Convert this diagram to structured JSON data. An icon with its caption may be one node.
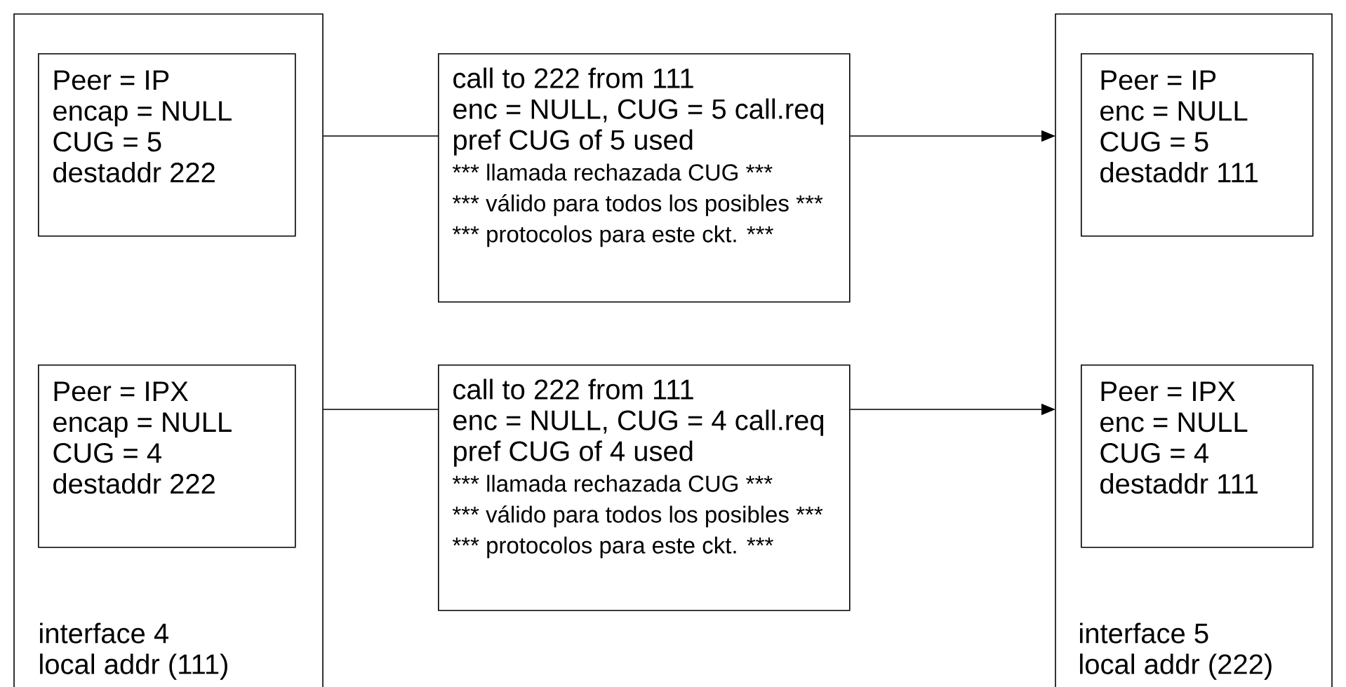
{
  "diagram": {
    "nodes": [
      {
        "text": [
          "interface 4",
          "local addr (111)"
        ]
      },
      {
        "text": [
          "Peer = IP",
          "encap = NULL",
          "CUG = 5",
          "destaddr 222"
        ],
        "in": 0
      },
      {
        "text": [
          "Peer = IPX",
          "encap = NULL",
          "CUG = 4",
          "destaddr 222"
        ],
        "in": 0
      },
      {
        "text": [
          "call to 222 from 111",
          "enc = NULL, CUG = 5 call.req",
          "pref CUG of 5 used",
          "***",
          "llamada rechazada CUG",
          "***",
          "***",
          "válido para todos los posibles",
          "***",
          "***",
          "protocolos para este ckt.",
          "***"
        ]
      },
      {
        "text": [
          "call to 222 from 111",
          "enc = NULL, CUG = 4 call.req",
          "pref CUG of 4 used",
          "***",
          "llamada rechazada CUG",
          "***",
          "***",
          "válido para todos los posibles",
          "***",
          "***",
          "protocolos para este ckt.",
          "***"
        ]
      },
      {
        "text": [
          "interface 5",
          "local addr (222)"
        ]
      },
      {
        "text": [
          "Peer = IP",
          "enc = NULL",
          "CUG = 5",
          "destaddr 111"
        ],
        "in": 5
      },
      {
        "text": [
          "Peer = IPX",
          "enc = NULL",
          "CUG = 4",
          "destaddr 111"
        ],
        "in": 5
      }
    ],
    "edges": [
      {
        "from": 0,
        "to": 3,
        "arrow": "none"
      },
      {
        "from": 3,
        "to": 5,
        "arrow": "to"
      },
      {
        "from": 0,
        "to": 4,
        "arrow": "none"
      },
      {
        "from": 4,
        "to": 5,
        "arrow": "to"
      }
    ]
  }
}
